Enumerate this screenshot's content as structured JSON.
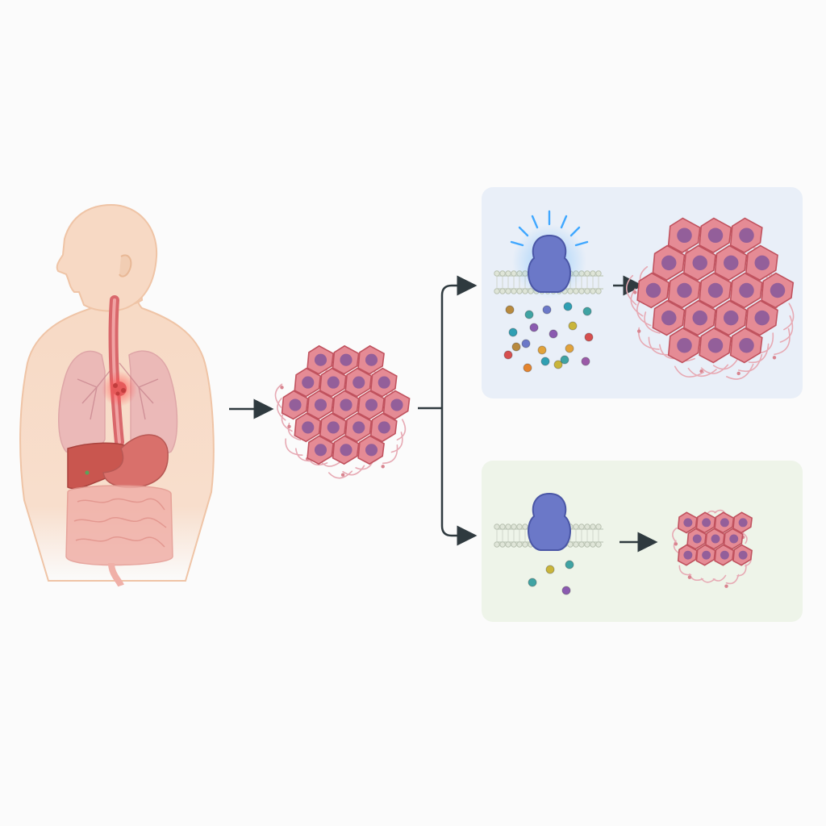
{
  "colors": {
    "background": "#fbfbfb",
    "skin": "#f7d9c4",
    "skin_outline": "#efc4a6",
    "esophagus": "#d9676b",
    "lung": "#e9b1b4",
    "liver": "#c9564f",
    "stomach": "#d9706b",
    "intestine": "#f0b0a8",
    "tumor_glow": "#ff4c4c",
    "cell_fill": "#e58b95",
    "cell_outline": "#c0525e",
    "nucleus": "#8a5a9a",
    "stroma": "#e7aab4",
    "arrow": "#2f3a3f",
    "receptor": "#6b78c8",
    "receptor_glow": "#3fa7ff",
    "membrane": "#c9d2c4",
    "panel_active": "#e9eff8",
    "panel_inactive": "#eef4e9"
  },
  "icons": {
    "human_body": "human-torso-anatomy-icon",
    "tumor": "esophageal-tumor-icon",
    "receptor_active": "activated-receptor-icon",
    "receptor_inactive": "inactive-receptor-icon",
    "ligand": "signaling-molecule-icon",
    "cell_cluster": "cancer-cell-cluster-icon"
  },
  "diagram": {
    "flow": [
      "body-with-esophageal-tumor",
      "tumor-cell-cluster",
      "branch"
    ],
    "branches": [
      {
        "id": "active-signaling",
        "ligand_count": 20,
        "outcome": "large-tumor-growth"
      },
      {
        "id": "reduced-signaling",
        "ligand_count": 4,
        "outcome": "small-tumor"
      }
    ]
  }
}
